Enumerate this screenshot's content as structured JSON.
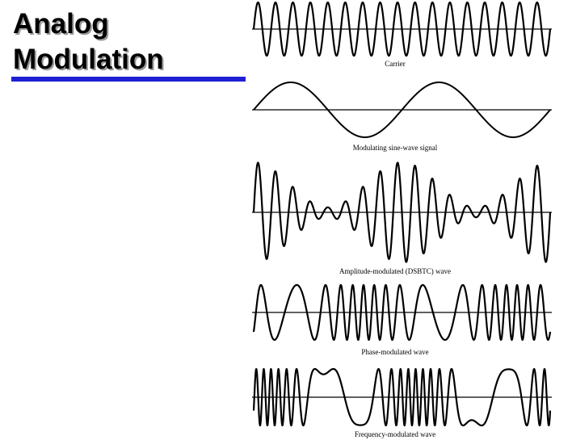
{
  "title": {
    "line1": "Analog",
    "line2": "Modulation"
  },
  "colors": {
    "accent_rule": "#1f1fd6",
    "stroke": "#000000"
  },
  "figure": {
    "panels": [
      {
        "id": "carrier",
        "caption": "Carrier",
        "kind": "carrier"
      },
      {
        "id": "modulating",
        "caption": "Modulating sine-wave signal",
        "kind": "modulating"
      },
      {
        "id": "am",
        "caption": "Amplitude-modulated (DSBTC) wave",
        "kind": "am"
      },
      {
        "id": "pm",
        "caption": "Phase-modulated wave",
        "kind": "pm"
      },
      {
        "id": "fm",
        "caption": "Frequency-modulated wave",
        "kind": "fm"
      }
    ]
  }
}
